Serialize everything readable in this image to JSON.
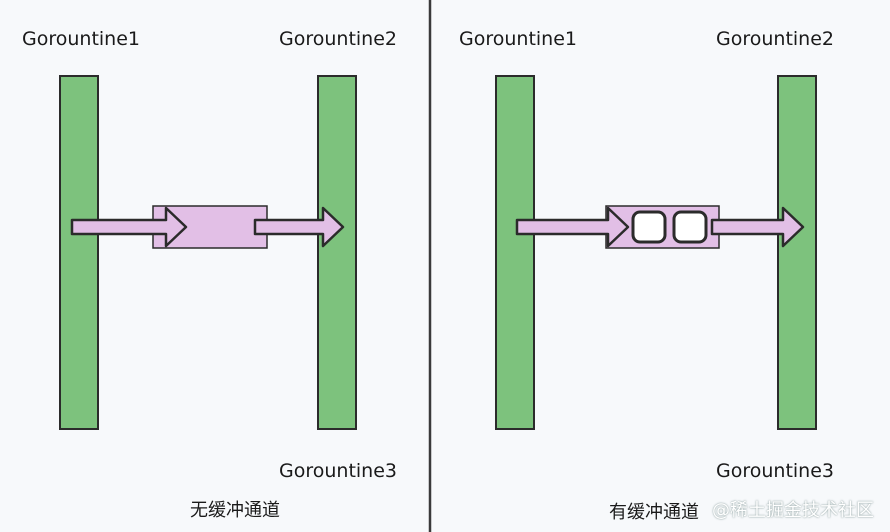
{
  "left_panel": {
    "goroutine1": "Gorountine1",
    "goroutine2": "Gorountine2",
    "goroutine3": "Gorountine3",
    "caption": "无缓冲通道"
  },
  "right_panel": {
    "goroutine1": "Gorountine1",
    "goroutine2": "Gorountine2",
    "goroutine3": "Gorountine3",
    "caption": "有缓冲通道"
  },
  "watermark": "@稀土掘金技术社区",
  "colors": {
    "bar_fill": "#7dc27d",
    "channel_fill": "#e2bfe6",
    "outline": "#2b2b2b",
    "divider": "#3a3a3a"
  }
}
